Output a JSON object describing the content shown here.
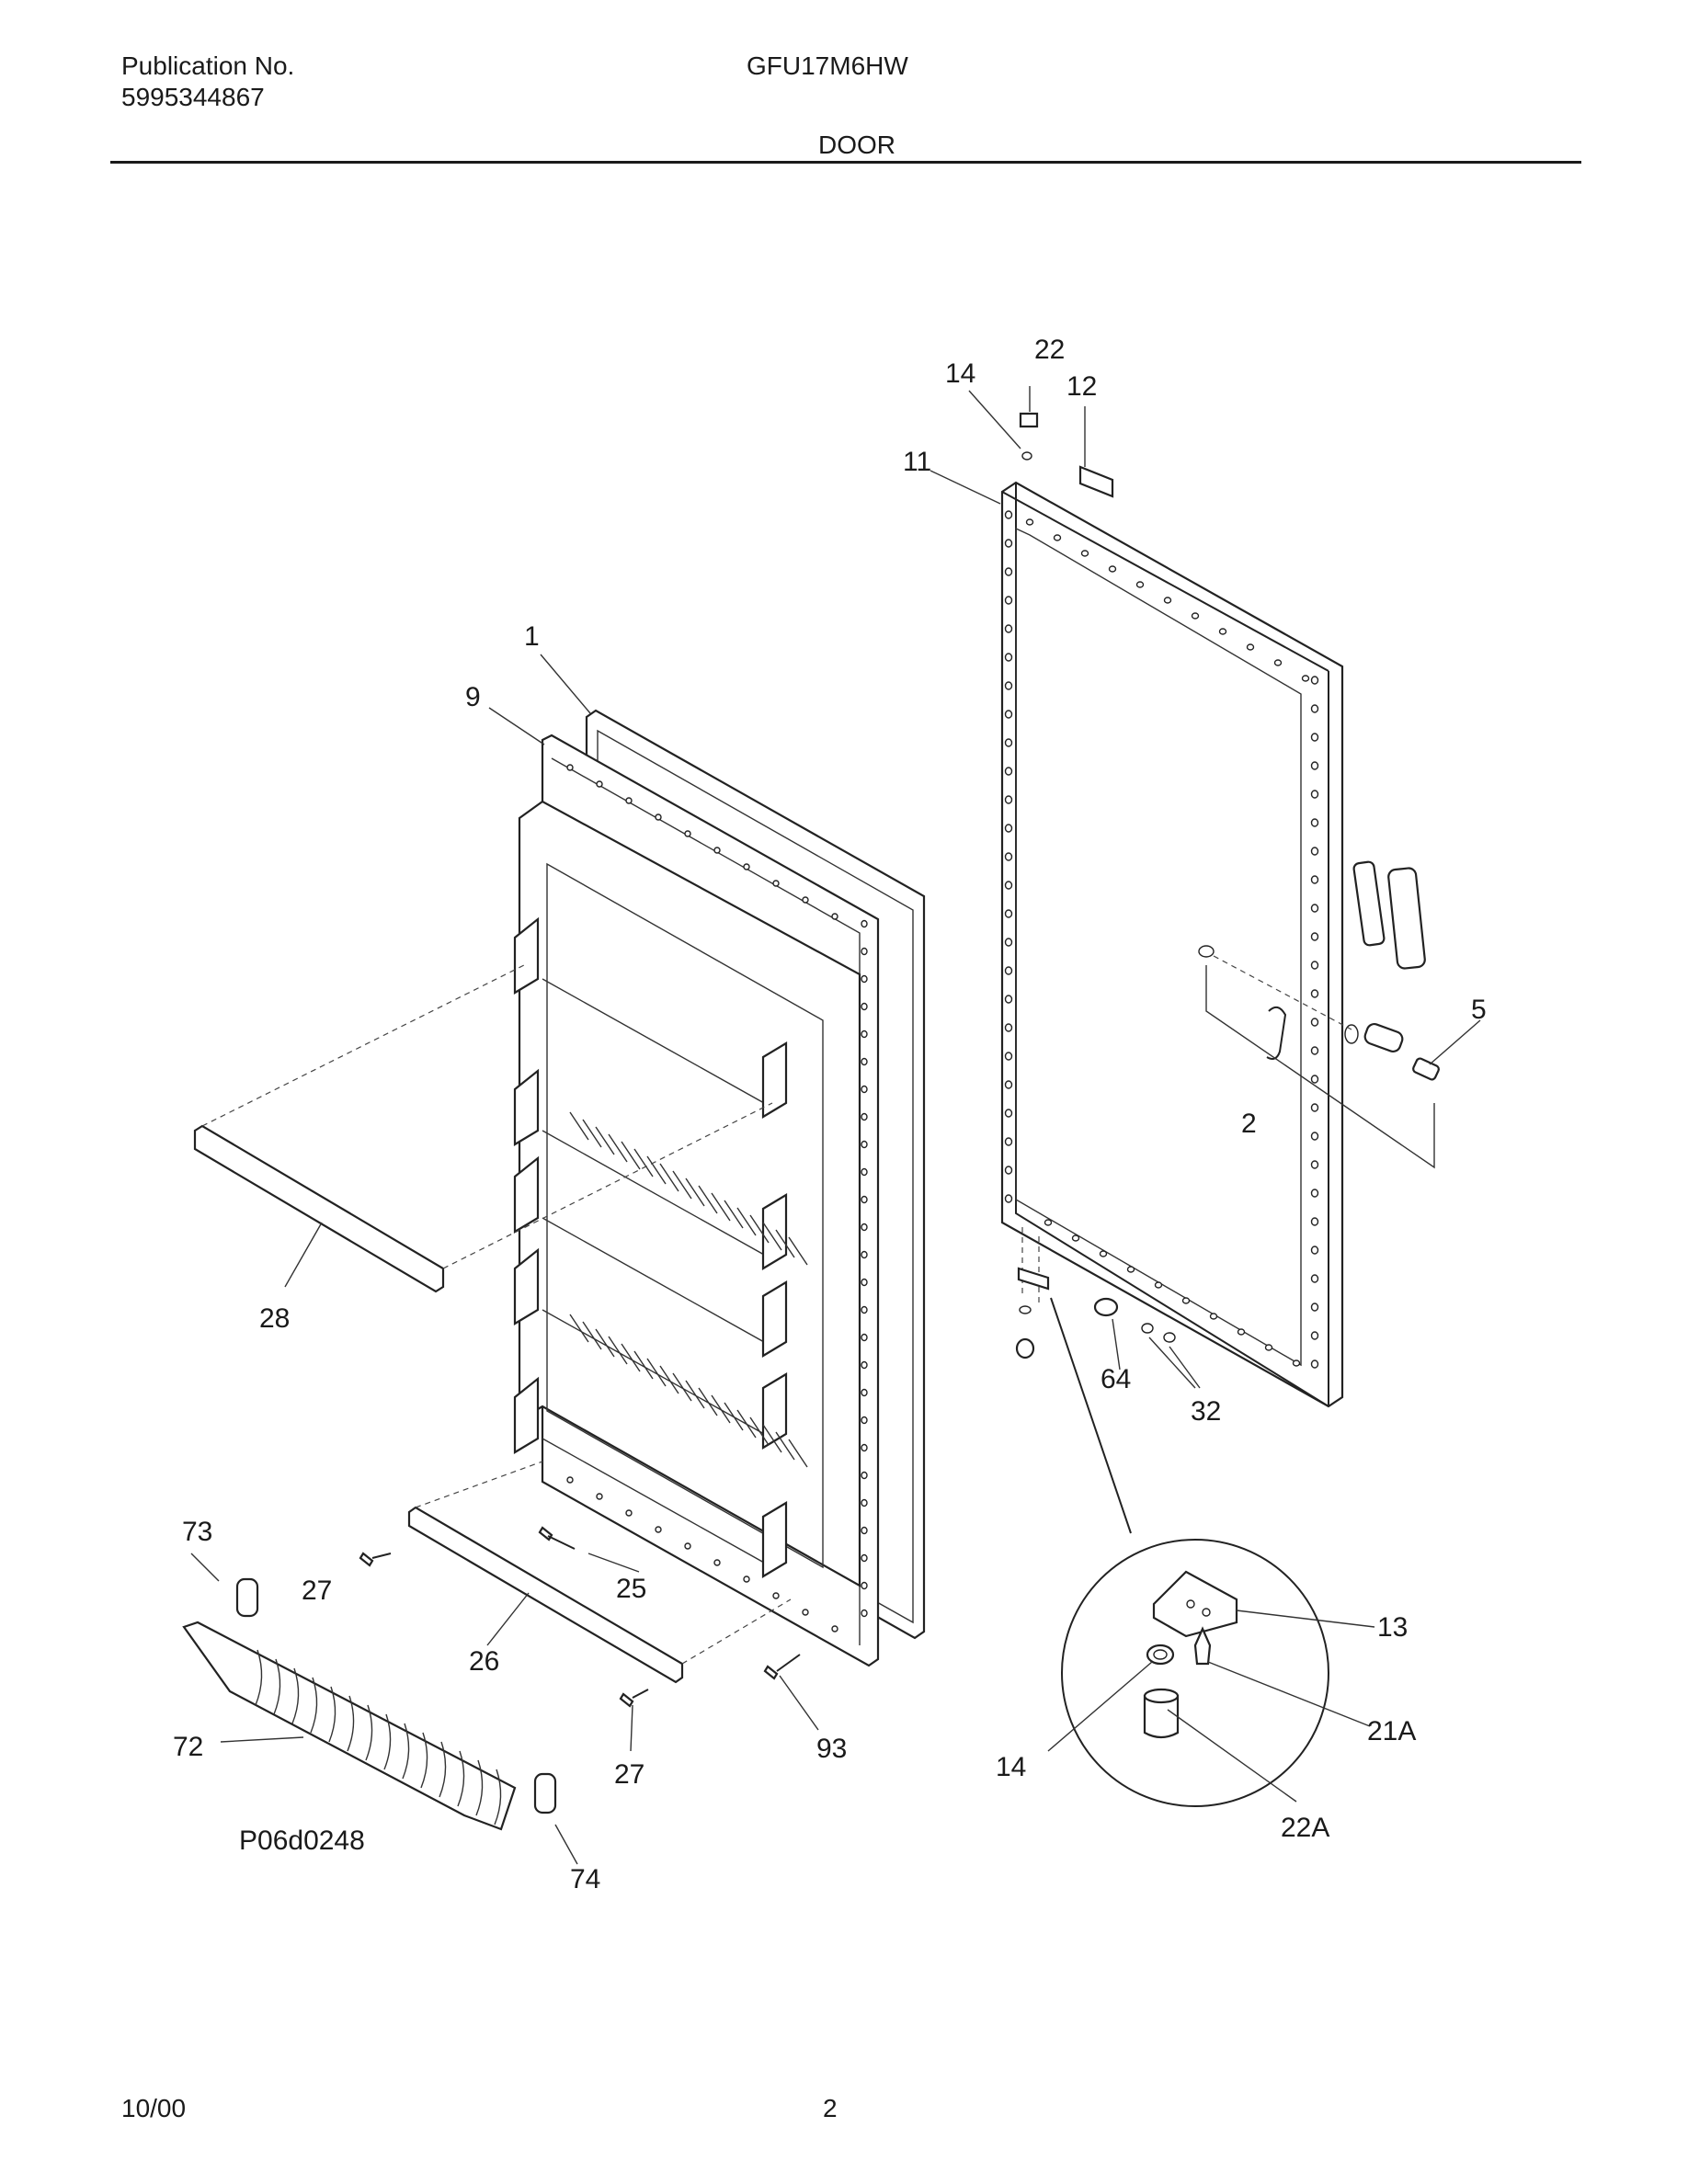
{
  "header": {
    "publication_label": "Publication No.",
    "publication_number": "5995344867",
    "model": "GFU17M6HW",
    "section_title": "DOOR"
  },
  "diagram": {
    "drawing_code": "P06d0248",
    "callouts": {
      "c1": "1",
      "c2": "2",
      "c5": "5",
      "c9": "9",
      "c11": "11",
      "c12": "12",
      "c13": "13",
      "c14a": "14",
      "c14b": "14",
      "c21a": "21A",
      "c22a": "22",
      "c22b": "22A",
      "c25": "25",
      "c26": "26",
      "c27a": "27",
      "c27b": "27",
      "c28": "28",
      "c32": "32",
      "c64": "64",
      "c72": "72",
      "c73": "73",
      "c74": "74",
      "c93": "93"
    }
  },
  "footer": {
    "date": "10/00",
    "page": "2"
  }
}
